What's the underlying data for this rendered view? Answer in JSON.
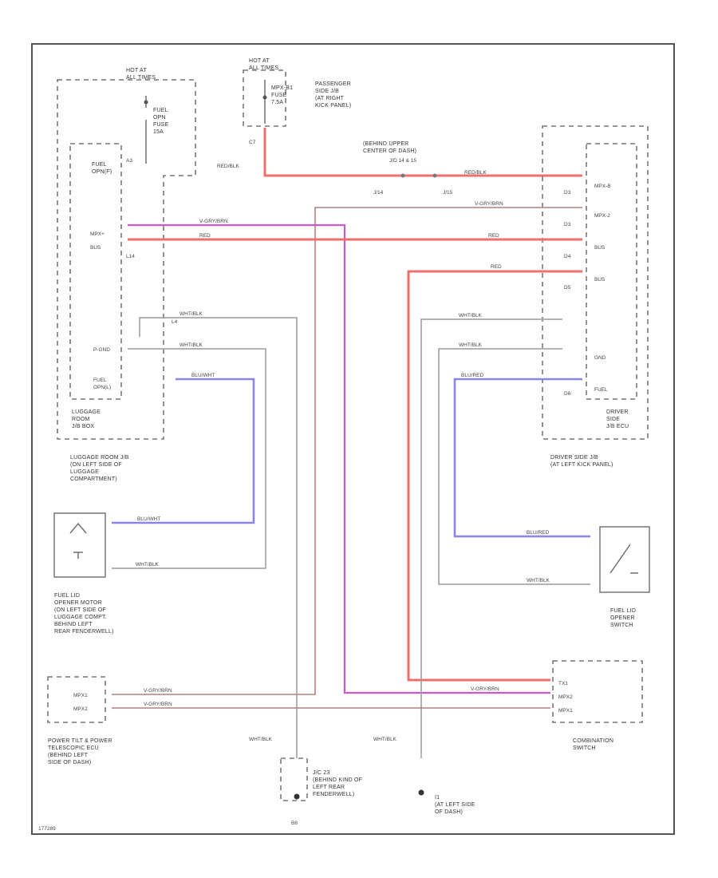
{
  "components": {
    "hot_all_times_left": "HOT AT\nALL TIMES",
    "fuel_opn_fuse": "FUEL\nOPN\nFUSE\n15A",
    "fuel_opn_label": "FUEL\nOPN(F)",
    "hot_all_times_center": "HOT AT\nALL TIMES",
    "mpx_fuse": "MPX-B1\nFUSE\n7.5A",
    "passenger_jb": "PASSENGER\nSIDE J/B\n(AT RIGHT\nKICK PANEL)",
    "behind_upper": "(BEHIND UPPER\nCENTER OF DASH)",
    "luggage_jb_box": "LUGGAGE\nROOM\nJ/B BOX",
    "luggage_jb_desc": "LUGGAGE ROOM J/B\n(ON LEFT SIDE OF\nLUGGAGE\nCOMPARTMENT)",
    "driver_jb_box": "DRIVER\nSIDE\nJ/B ECU",
    "driver_jb_desc": "DRIVER SIDE J/B\n(AT LEFT KICK PANEL)",
    "motor_desc": "FUEL LID\nOPENER MOTOR\n(ON LEFT SIDE OF\nLUGGAGE COMPT.\nBEHIND LEFT\nREAR FENDERWELL)",
    "switch_desc": "FUEL LID\nOPENER\nSWITCH",
    "tilt_desc": "POWER TILT & POWER\nTELESCOPIC ECU\n(BEHIND LEFT\nSIDE OF DASH)",
    "combo_desc": "COMBINATION\nSWITCH",
    "junction": "J/C 23\n(BEHIND KIND OF\nLEFT REAR\nFENDERWELL)",
    "ground_desc": "I1\n(AT LEFT SIDE\nOF DASH)",
    "ground_code": "B8",
    "figure_id": "177289"
  },
  "pins": {
    "mpx_pin": "MPX+",
    "bus_pin": "BUS",
    "pgnd": "P-GND",
    "fuel_opn_b": "FUEL\nOPN(L)",
    "mpxb": "MPX-B",
    "mpx2": "MPX-2",
    "bus": "BUS",
    "bus2": "BUS",
    "gnd": "GND",
    "fuel": "FUEL",
    "tilt_mpx1": "MPX1",
    "tilt_mpx2": "MPX2",
    "combo_tx1": "TX1",
    "combo_mpx2": "MPX2",
    "combo_mpx1": "MPX1",
    "j14": "J/14",
    "j15": "J/15",
    "j_top": "J/D 14 & 15",
    "c7": "C7",
    "pin_d3a": "D3",
    "pin_d3b": "D3",
    "pin_d4": "D4",
    "pin_d5": "D5",
    "pin_d6": "D6",
    "pin_l14": "L14",
    "pin_a3": "A3",
    "pin_l4": "L4"
  },
  "wires": {
    "red_blk": "RED/BLK",
    "v_gry_1": "V-GRY/BRN",
    "red_1": "RED",
    "red_2": "RED",
    "wht_blk_1": "WHT/BLK",
    "wht_blk_2": "WHT/BLK",
    "blu_wht_1": "BLU/WHT",
    "blu_wht_2": "BLU/WHT",
    "wht_blk_3": "WHT/BLK",
    "wht_blk_4": "WHT/BLK",
    "wht_blk_5": "WHT/BLK",
    "blu_red_1": "BLU/RED",
    "blu_red_2": "BLU/RED",
    "wht_blk_6": "WHT/BLK",
    "red_3": "RED",
    "v_gry_2": "V-GRY/BRN",
    "v_gry_3": "V-GRY/BRN",
    "v_gry_4": "V-GRY/BRN",
    "v_gry_5": "V-GRY/BRN",
    "wht_blk_7": "WHT/BLK",
    "wht_blk_8": "WHT/BLK",
    "red_blk_2": "RED/BLK"
  },
  "colors": {
    "red": "#ef6f6f",
    "pink": "#c95ac9",
    "blue": "#8a86e6",
    "gray": "#9a9a9a"
  }
}
